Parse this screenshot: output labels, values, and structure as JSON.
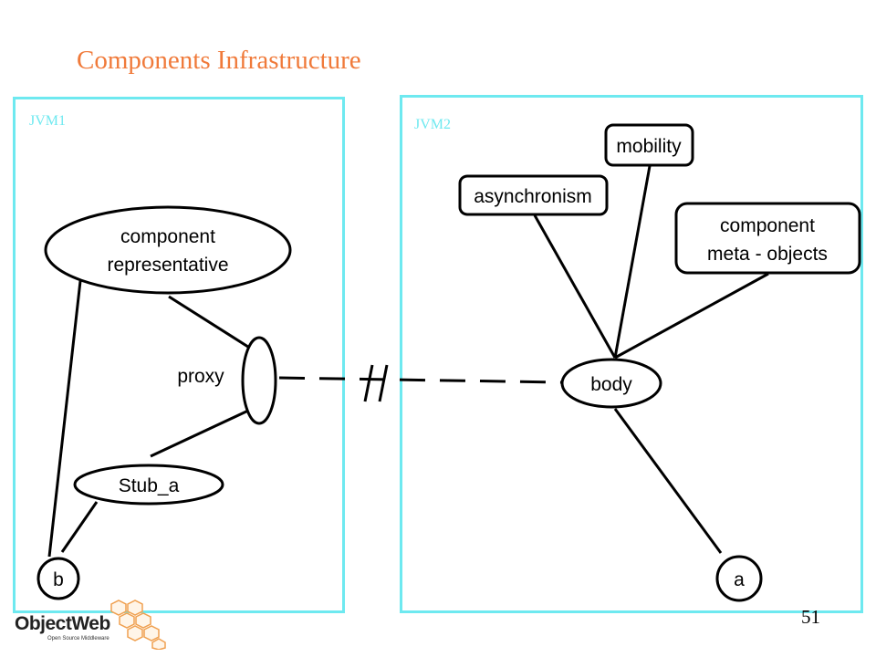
{
  "title": "Components Infrastructure",
  "jvm1": {
    "label": "JVM1"
  },
  "jvm2": {
    "label": "JVM2"
  },
  "nodes": {
    "component_representative": [
      "component",
      "representative"
    ],
    "proxy": "proxy",
    "stub_a": "Stub_a",
    "b": "b",
    "body": "body",
    "a": "a",
    "mobility": "mobility",
    "asynchronism": "asynchronism",
    "component_meta_objects": [
      "component",
      "meta - objects"
    ]
  },
  "page_number": "51",
  "logo": {
    "name": "ObjectWeb",
    "tagline": "Open Source Middleware"
  },
  "colors": {
    "title": "#f07a3a",
    "jvm_border": "#6ee9f0",
    "logo_accent": "#f0a050"
  }
}
